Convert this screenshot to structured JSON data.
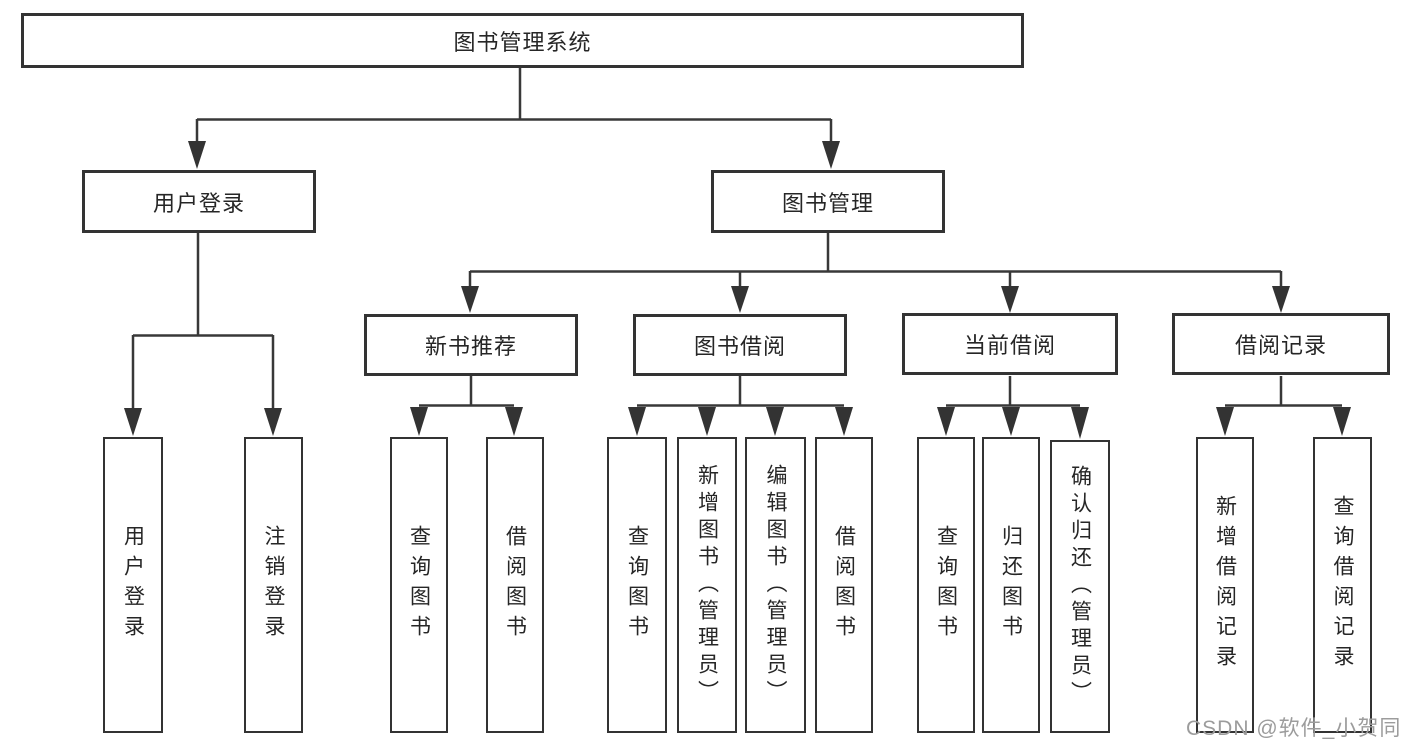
{
  "diagram": {
    "type": "hierarchy-tree",
    "tree": {
      "root": "图书管理系统",
      "level2": [
        "用户登录",
        "图书管理"
      ],
      "level3": [
        "新书推荐",
        "图书借阅",
        "当前借阅",
        "借阅记录"
      ],
      "leaves": {
        "user_login": [
          "用户登录",
          "注销登录"
        ],
        "new_book": [
          "查询图书",
          "借阅图书"
        ],
        "book_borrow": [
          "查询图书",
          "新增图书（管理员）",
          "编辑图书（管理员）",
          "借阅图书"
        ],
        "current_borrow": [
          "查询图书",
          "归还图书",
          "确认归还（管理员）"
        ],
        "borrow_record": [
          "新增借阅记录",
          "查询借阅记录"
        ]
      }
    },
    "colors": {
      "line": "#383838",
      "box_border": "#333333",
      "text": "#262626",
      "background": "#ffffff",
      "watermark": "#9c9c9c"
    },
    "watermark": {
      "text": "CSDN @软件_小贺同学"
    }
  }
}
